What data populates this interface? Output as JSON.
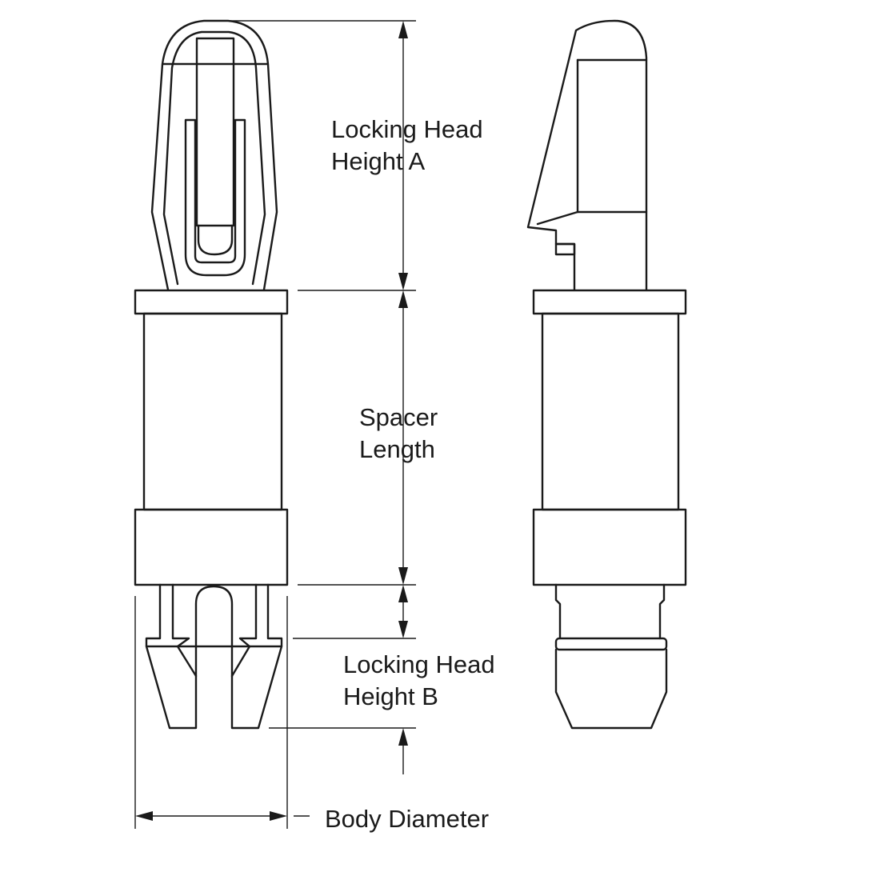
{
  "labels": {
    "locking_head_a_line1": "Locking Head",
    "locking_head_a_line2": "Height A",
    "spacer_line1": "Spacer",
    "spacer_line2": "Length",
    "locking_head_b_line1": "Locking Head",
    "locking_head_b_line2": "Height B",
    "body_diameter": "Body Diameter"
  },
  "colors": {
    "stroke": "#1a1a1a",
    "background": "#ffffff"
  }
}
